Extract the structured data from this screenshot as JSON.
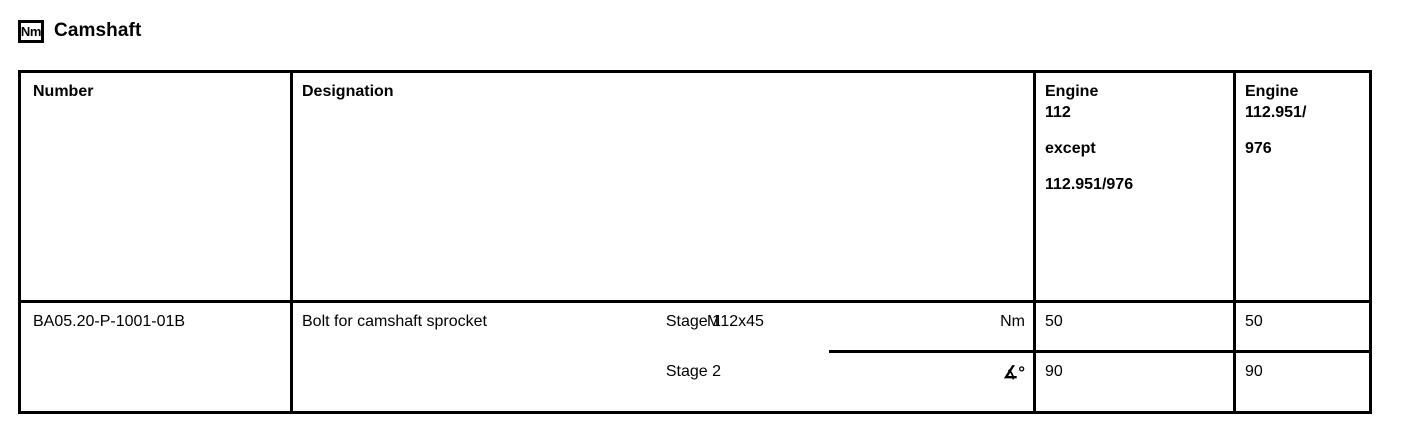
{
  "page": {
    "title": "Camshaft",
    "unit_badge": "Nm"
  },
  "table": {
    "headers": {
      "number": "Number",
      "designation": "Designation",
      "engine_112": {
        "line1": "Engine",
        "line2": "112",
        "line3": "except",
        "line4": "112.951/976"
      },
      "engine_112951": {
        "line1": "Engine",
        "line2": "112.951/",
        "line3": "976"
      }
    },
    "rows": [
      {
        "number": "BA05.20-P-1001-01B",
        "designation": "Bolt for camshaft sprocket",
        "size": "M12x45",
        "stages": [
          {
            "label": "Stage 1",
            "unit": "Nm",
            "engine_112": "50",
            "engine_112951": "50"
          },
          {
            "label": "Stage 2",
            "unit": "∡°",
            "engine_112": "90",
            "engine_112951": "90"
          }
        ]
      }
    ]
  },
  "colors": {
    "background": "#ffffff",
    "foreground": "#000000",
    "border": "#000000"
  }
}
